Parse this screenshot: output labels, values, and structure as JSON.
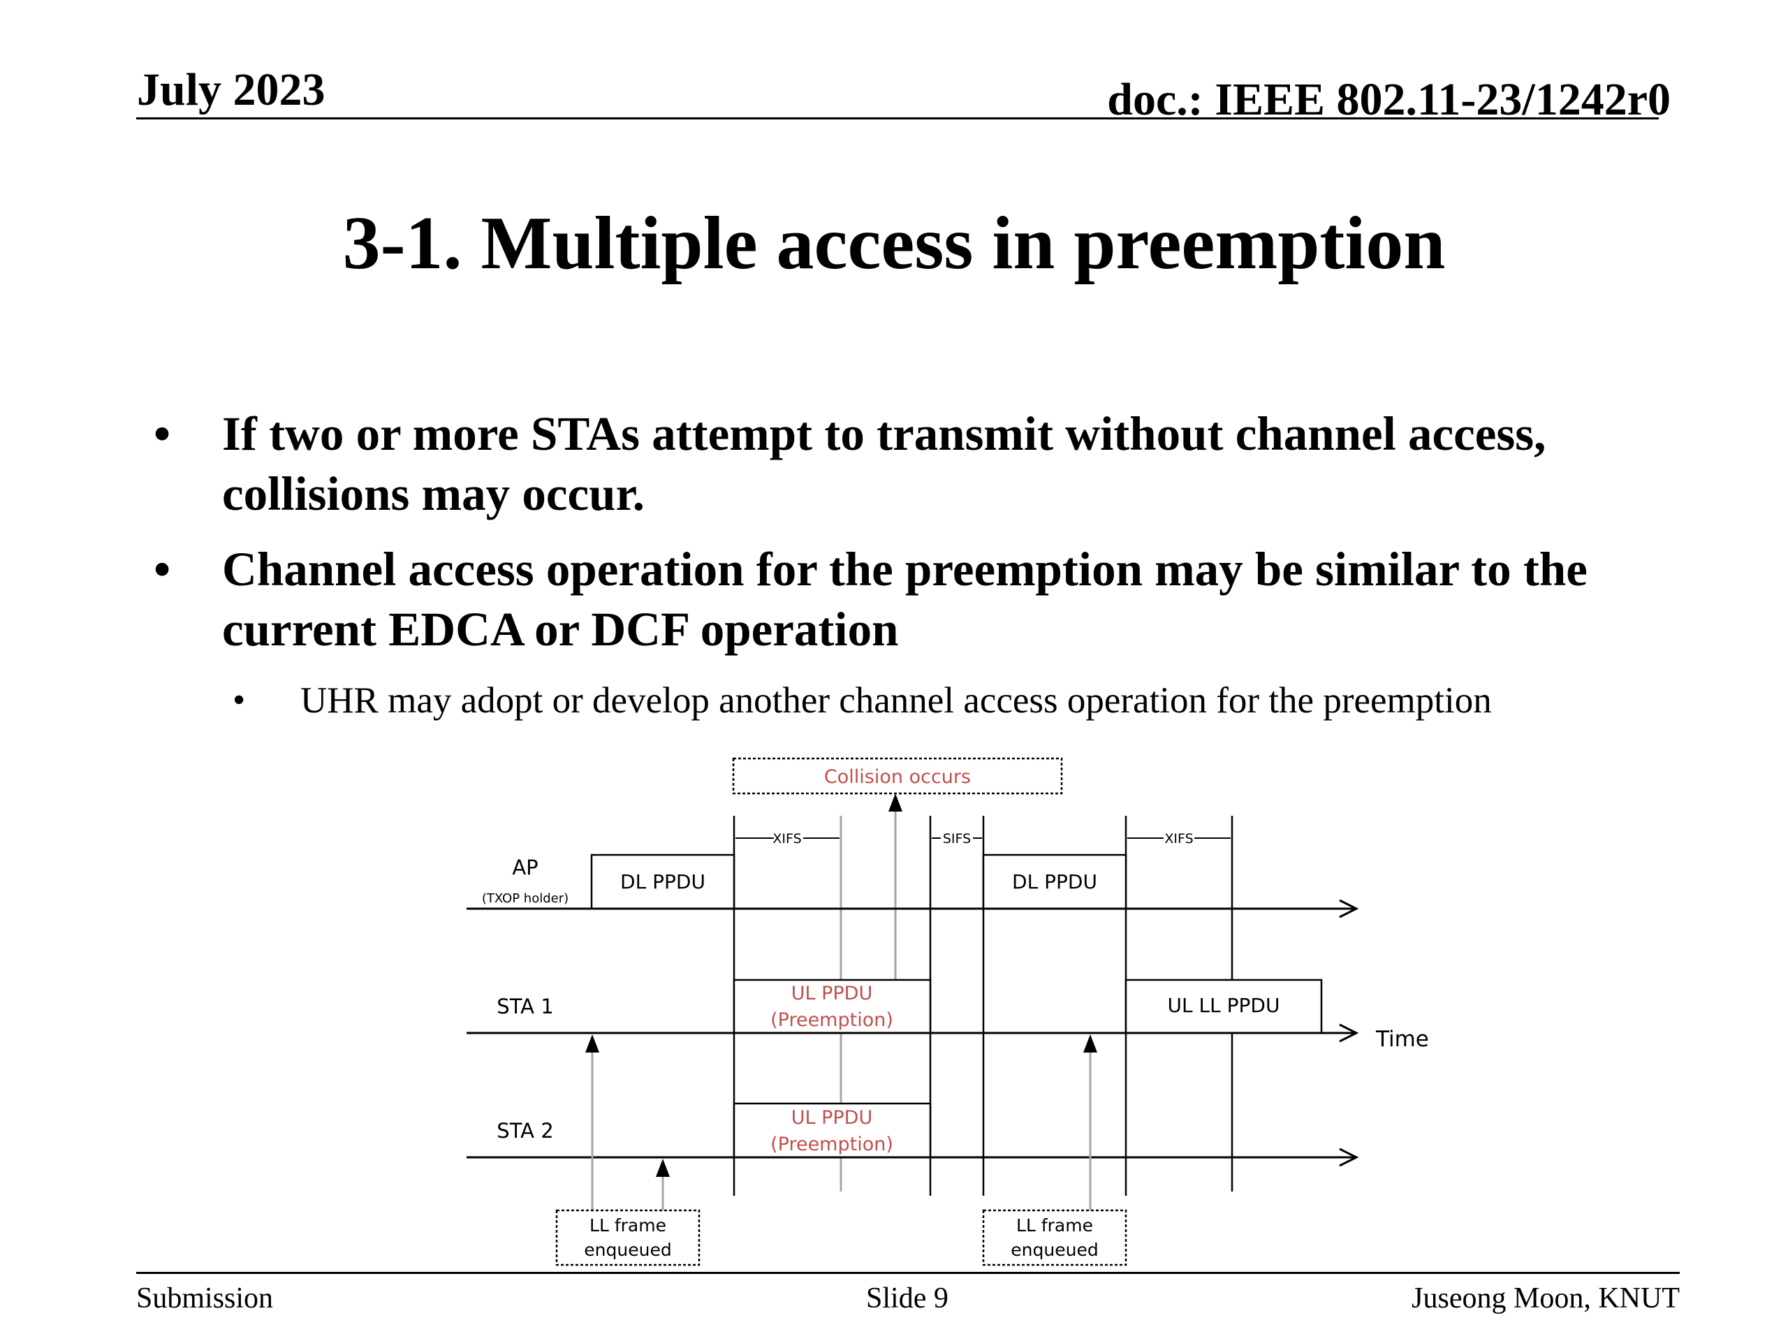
{
  "header": {
    "date": "July 2023",
    "doc_id": "doc.: IEEE 802.11-23/1242r0"
  },
  "title": "3-1. Multiple access in preemption",
  "bullets": [
    {
      "text": "If two or more STAs attempt to transmit without channel access, collisions may occur."
    },
    {
      "text": "Channel access operation for the preemption may be similar to the current EDCA or DCF operation"
    }
  ],
  "sub_bullets": [
    {
      "text": "UHR may adopt or develop another channel access operation for the preemption"
    }
  ],
  "bullet_glyph": "•",
  "diagram": {
    "collision_label": "Collision occurs",
    "ap_label": "AP",
    "ap_sublabel": "(TXOP holder)",
    "sta1_label": "STA 1",
    "sta2_label": "STA 2",
    "time_label": "Time",
    "dl_ppdu_1": "DL PPDU",
    "dl_ppdu_2": "DL PPDU",
    "ul_ppdu_sta1": [
      "UL PPDU",
      "(Preemption)"
    ],
    "ul_ppdu_sta2": [
      "UL PPDU",
      "(Preemption)"
    ],
    "ul_ll_ppdu": "UL LL PPDU",
    "xifs_1": "XIFS",
    "sifs": "SIFS",
    "xifs_2": "XIFS",
    "ll_frame_1": [
      "LL frame",
      "enqueued"
    ],
    "ll_frame_2": [
      "LL frame",
      "enqueued"
    ],
    "colors": {
      "highlight": "#c0504d",
      "line": "#000000",
      "arrow_gray": "#a6a6a6"
    }
  },
  "footer": {
    "left": "Submission",
    "center": "Slide 9",
    "right": "Juseong Moon, KNUT"
  }
}
